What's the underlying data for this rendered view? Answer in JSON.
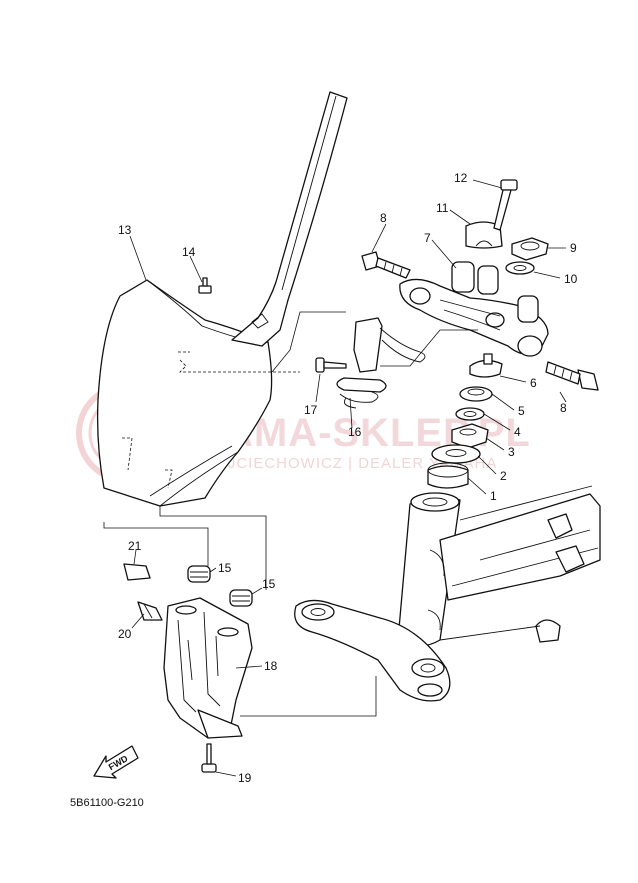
{
  "watermark": {
    "brand": "YAMA-SKLEP.PL",
    "tagline": "WOJCIECHOWICZ | DEALER YAMAHA",
    "accent_color": "#e5a0a6"
  },
  "diagram": {
    "code": "5B61100-G210",
    "fwd_label": "FWD",
    "callouts": [
      {
        "id": "c12",
        "label": "12"
      },
      {
        "id": "c11",
        "label": "11"
      },
      {
        "id": "c8a",
        "label": "8"
      },
      {
        "id": "c7",
        "label": "7"
      },
      {
        "id": "c9",
        "label": "9"
      },
      {
        "id": "c10",
        "label": "10"
      },
      {
        "id": "c13",
        "label": "13"
      },
      {
        "id": "c14",
        "label": "14"
      },
      {
        "id": "c17",
        "label": "17"
      },
      {
        "id": "c16",
        "label": "16"
      },
      {
        "id": "c6",
        "label": "6"
      },
      {
        "id": "c8b",
        "label": "8"
      },
      {
        "id": "c5",
        "label": "5"
      },
      {
        "id": "c4",
        "label": "4"
      },
      {
        "id": "c3",
        "label": "3"
      },
      {
        "id": "c2",
        "label": "2"
      },
      {
        "id": "c1",
        "label": "1"
      },
      {
        "id": "c21",
        "label": "21"
      },
      {
        "id": "c15a",
        "label": "15"
      },
      {
        "id": "c15b",
        "label": "15"
      },
      {
        "id": "c20",
        "label": "20"
      },
      {
        "id": "c18",
        "label": "18"
      },
      {
        "id": "c19",
        "label": "19"
      }
    ]
  }
}
